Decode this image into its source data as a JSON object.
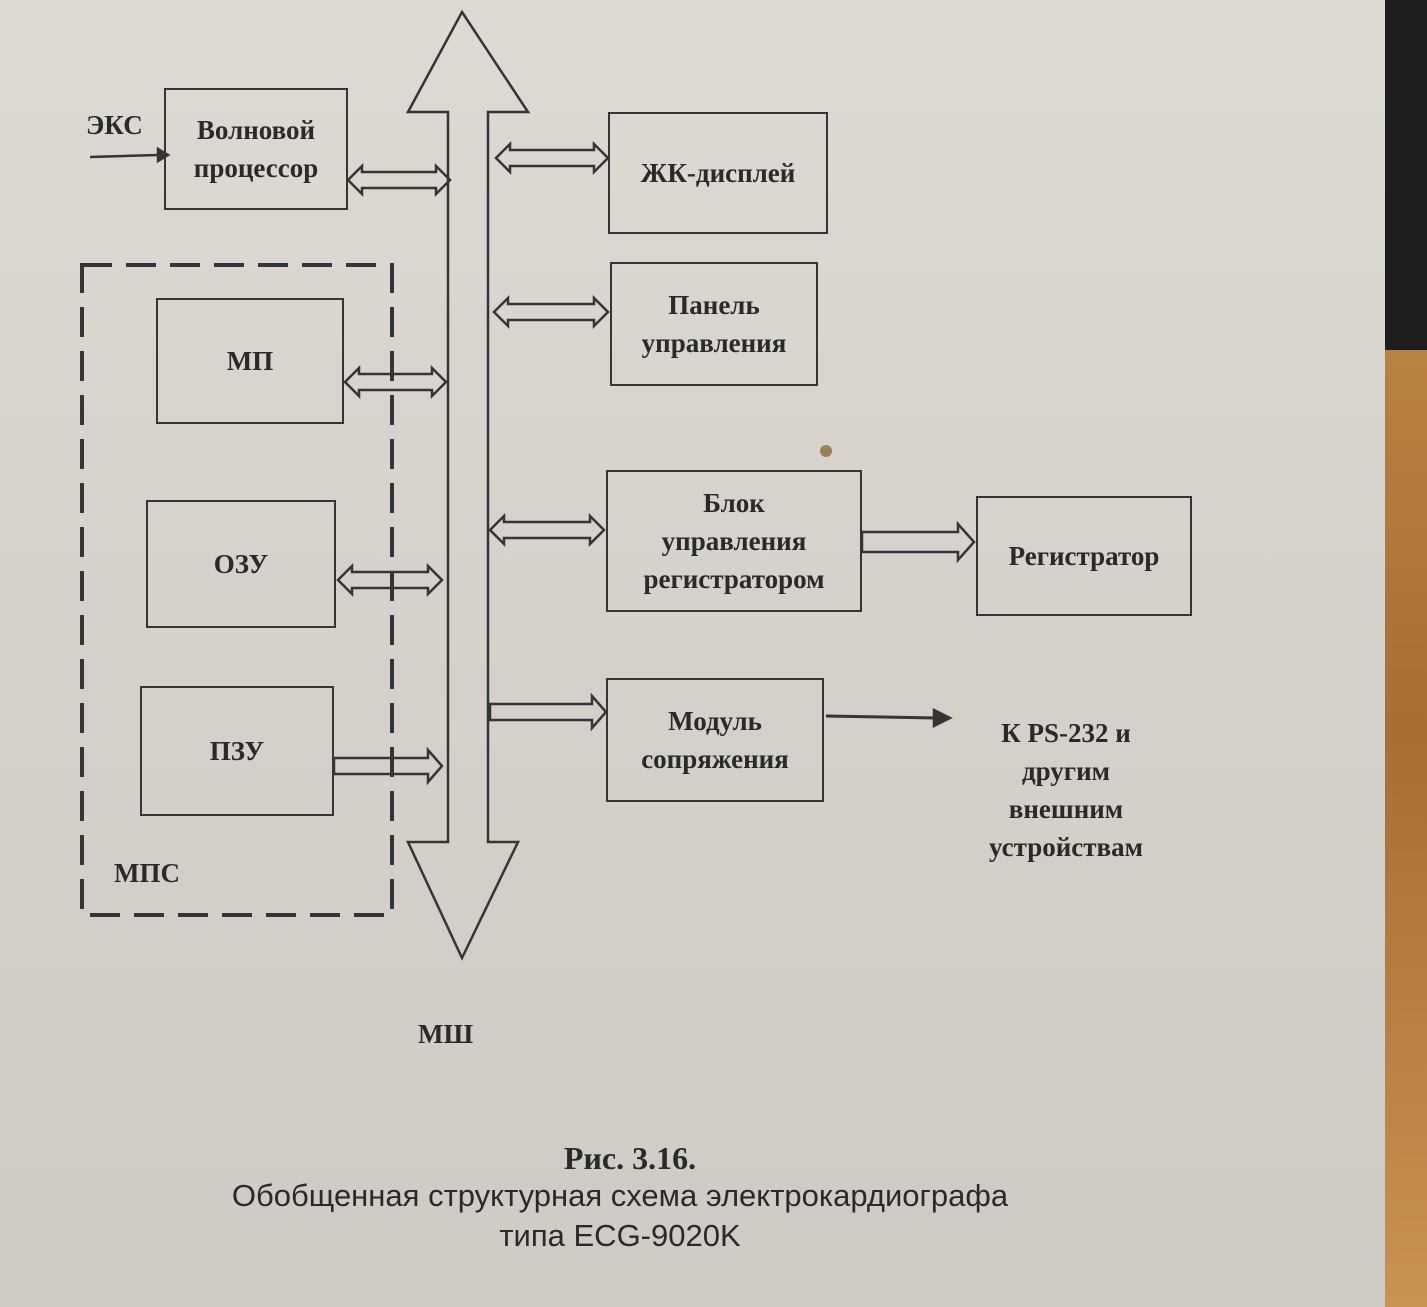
{
  "diagram": {
    "input_signal": "ЭКС",
    "bus_label": "МШ",
    "group_label": "МПС",
    "external_output": "К PS-232 и\nдругим\nвнешним\nустройствам",
    "blocks": {
      "wave_processor": "Волновой\nпроцессор",
      "mp": "МП",
      "ozu": "ОЗУ",
      "pzu": "ПЗУ",
      "lcd": "ЖК-дисплей",
      "control_panel": "Панель\nуправления",
      "recorder_control": "Блок\nуправления\nрегистратором",
      "recorder": "Регистратор",
      "interface_module": "Модуль\nсопряжения"
    }
  },
  "caption": {
    "figure_number": "Рис. 3.16.",
    "line1": "Обобщенная структурная схема электрокардиографа",
    "line2": "типа ECG-9020K"
  }
}
